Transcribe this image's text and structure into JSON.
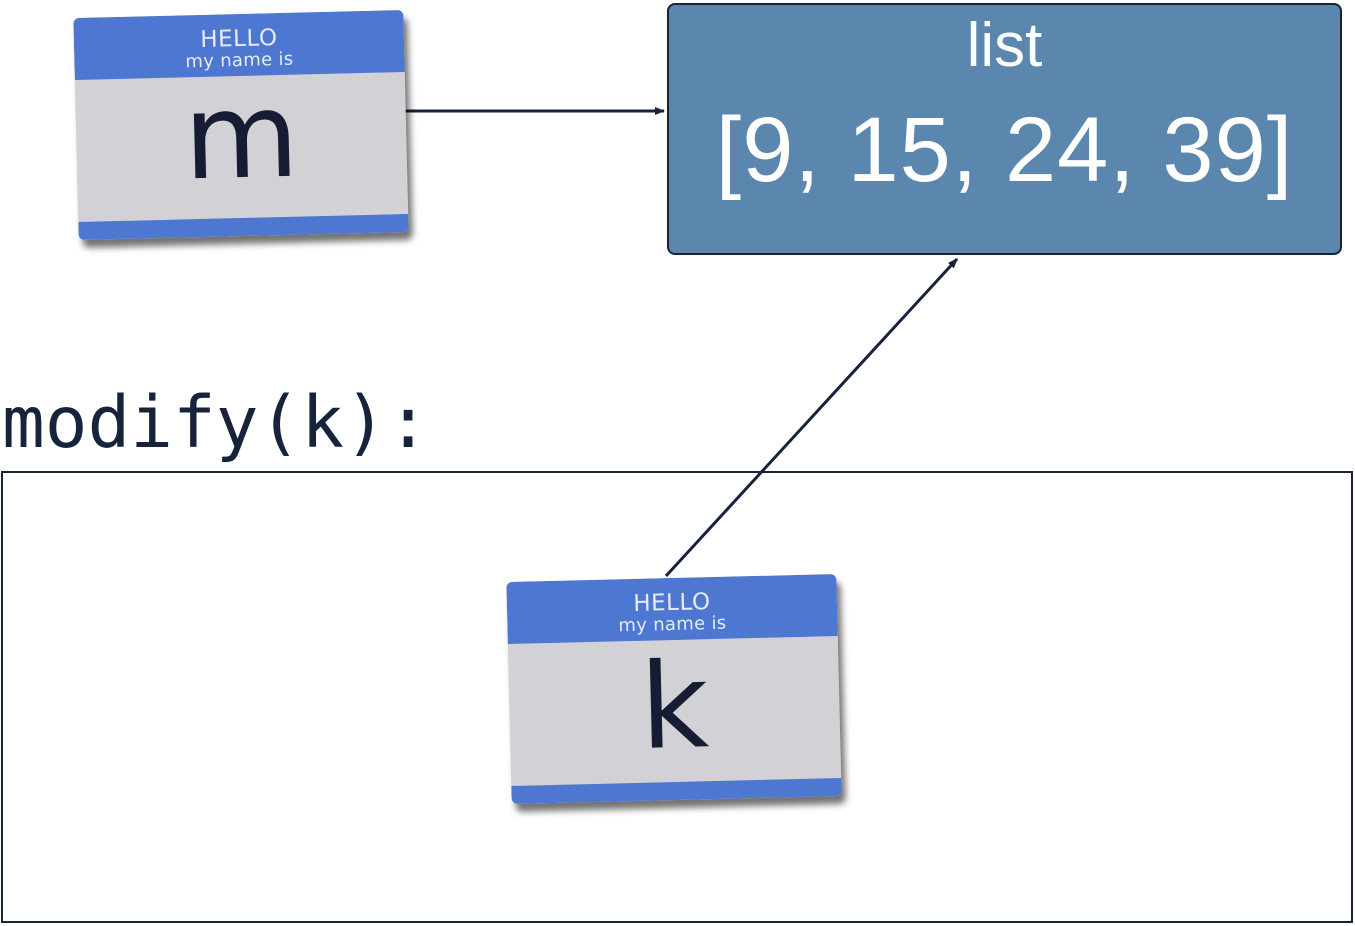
{
  "name_tags": [
    {
      "id": "m",
      "header": "HELLO",
      "subheader": "my name is",
      "name": "m"
    },
    {
      "id": "k",
      "header": "HELLO",
      "subheader": "my name is",
      "name": "k"
    }
  ],
  "list_object": {
    "title": "list",
    "values_text": "[9, 15, 24, 39]",
    "values": [
      9,
      15,
      24,
      39
    ]
  },
  "function": {
    "signature": "modify(k):"
  },
  "references": [
    {
      "from": "m",
      "to": "list"
    },
    {
      "from": "k",
      "to": "list"
    }
  ],
  "colors": {
    "tag_blue": "#4d77d0",
    "tag_body": "#d2d2d6",
    "list_box": "#5b87ae",
    "ink": "#17233a"
  }
}
